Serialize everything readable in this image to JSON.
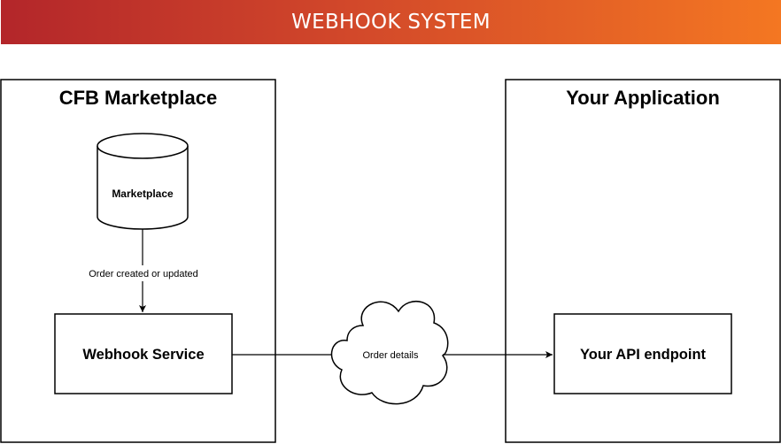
{
  "banner": {
    "title": "WEBHOOK SYSTEM"
  },
  "containers": {
    "left_title": "CFB Marketplace",
    "right_title": "Your Application"
  },
  "nodes": {
    "database_label": "Marketplace",
    "service_label": "Webhook Service",
    "endpoint_label": "Your API endpoint"
  },
  "edges": {
    "db_to_service_label": "Order created or updated",
    "cloud_label": "Order details"
  },
  "colors": {
    "banner_start": "#b3262a",
    "banner_end": "#f47722",
    "stroke": "#000000"
  }
}
